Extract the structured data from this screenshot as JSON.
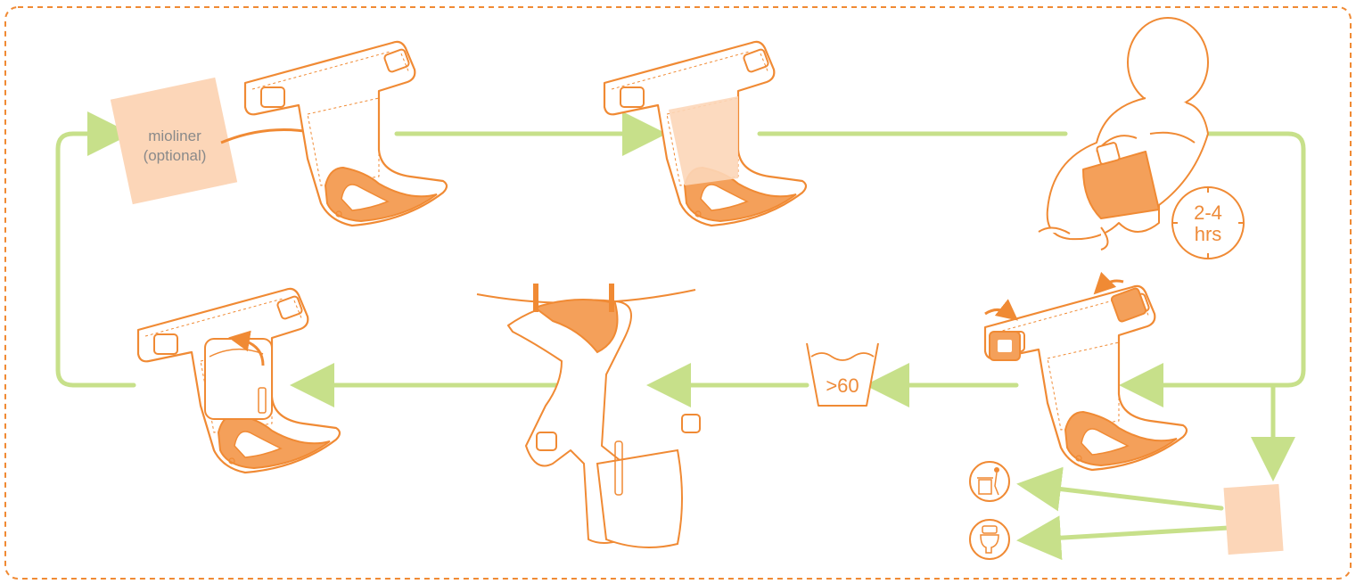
{
  "colors": {
    "accent_orange": "#f08a34",
    "light_orange": "#ffd9bd",
    "peach_liner": "#fcd6b8",
    "flow_green": "#c7e08a",
    "gray_text": "#8a8a8a"
  },
  "steps": {
    "liner_label_line1": "mioliner",
    "liner_label_line2": "(optional)",
    "wear_time_line1": "2-4",
    "wear_time_line2": "hrs",
    "wash_temp": ">60"
  },
  "icons": [
    "mioliner-sheet-icon",
    "nappy-open-icon",
    "nappy-with-liner-icon",
    "baby-wearing-nappy-icon",
    "clock-icon",
    "nappy-unfasten-icon",
    "wash-basin-icon",
    "washing-line-icon",
    "nappy-fold-icon",
    "bin-icon",
    "toilet-icon",
    "used-liner-icon"
  ]
}
